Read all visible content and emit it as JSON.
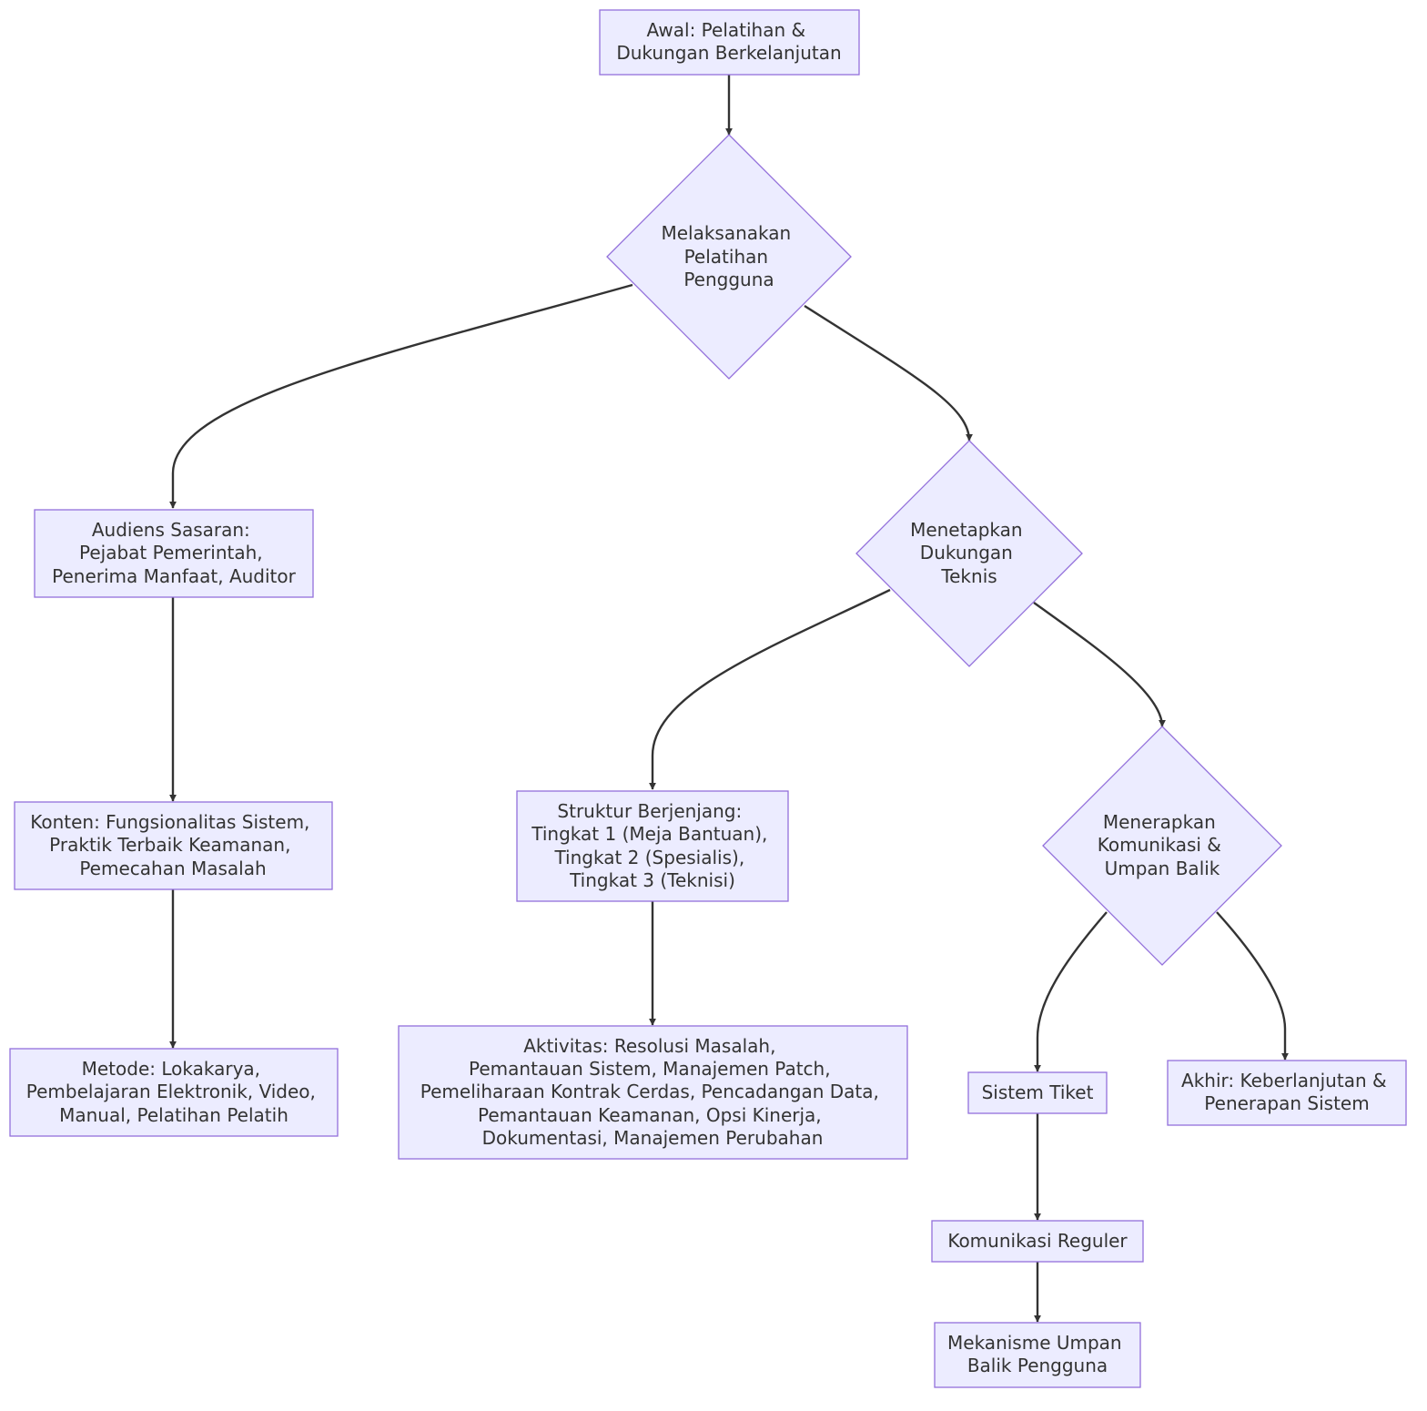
{
  "colors": {
    "node_fill": "#ECECFF",
    "node_stroke": "#9370DB",
    "edge": "#333333",
    "text": "#333333"
  },
  "nodes": {
    "start": {
      "shape": "rect",
      "lines": [
        "Awal: Pelatihan &",
        "Dukungan Berkelanjutan"
      ]
    },
    "training": {
      "shape": "diamond",
      "lines": [
        "Melaksanakan",
        "Pelatihan",
        "Pengguna"
      ]
    },
    "audience": {
      "shape": "rect",
      "lines": [
        "Audiens Sasaran:",
        "Pejabat Pemerintah,",
        "Penerima Manfaat, Auditor"
      ]
    },
    "support": {
      "shape": "diamond",
      "lines": [
        "Menetapkan",
        "Dukungan",
        "Teknis"
      ]
    },
    "content": {
      "shape": "rect",
      "lines": [
        "Konten: Fungsionalitas Sistem,",
        "Praktik Terbaik Keamanan,",
        "Pemecahan Masalah"
      ]
    },
    "tiered": {
      "shape": "rect",
      "lines": [
        "Struktur Berjenjang:",
        "Tingkat 1 (Meja Bantuan),",
        "Tingkat 2 (Spesialis),",
        "Tingkat 3 (Teknisi)"
      ]
    },
    "communication": {
      "shape": "diamond",
      "lines": [
        "Menerapkan",
        "Komunikasi &",
        "Umpan Balik"
      ]
    },
    "methods": {
      "shape": "rect",
      "lines": [
        "Metode: Lokakarya,",
        "Pembelajaran Elektronik, Video,",
        "Manual, Pelatihan Pelatih"
      ]
    },
    "activities": {
      "shape": "rect",
      "lines": [
        "Aktivitas: Resolusi Masalah,",
        "Pemantauan Sistem, Manajemen Patch,",
        "Pemeliharaan Kontrak Cerdas, Pencadangan Data,",
        "Pemantauan Keamanan, Opsi Kinerja,",
        "Dokumentasi, Manajemen Perubahan"
      ]
    },
    "ticket": {
      "shape": "rect",
      "lines": [
        "Sistem Tiket"
      ]
    },
    "end": {
      "shape": "rect",
      "lines": [
        "Akhir: Keberlanjutan &",
        "Penerapan Sistem"
      ]
    },
    "regular": {
      "shape": "rect",
      "lines": [
        "Komunikasi Reguler"
      ]
    },
    "feedback": {
      "shape": "rect",
      "lines": [
        "Mekanisme Umpan",
        "Balik Pengguna"
      ]
    }
  },
  "edges": [
    {
      "from": "start",
      "to": "training"
    },
    {
      "from": "training",
      "to": "audience"
    },
    {
      "from": "training",
      "to": "support"
    },
    {
      "from": "audience",
      "to": "content"
    },
    {
      "from": "content",
      "to": "methods"
    },
    {
      "from": "support",
      "to": "tiered"
    },
    {
      "from": "support",
      "to": "communication"
    },
    {
      "from": "tiered",
      "to": "activities"
    },
    {
      "from": "communication",
      "to": "ticket"
    },
    {
      "from": "communication",
      "to": "end"
    },
    {
      "from": "ticket",
      "to": "regular"
    },
    {
      "from": "regular",
      "to": "feedback"
    }
  ]
}
